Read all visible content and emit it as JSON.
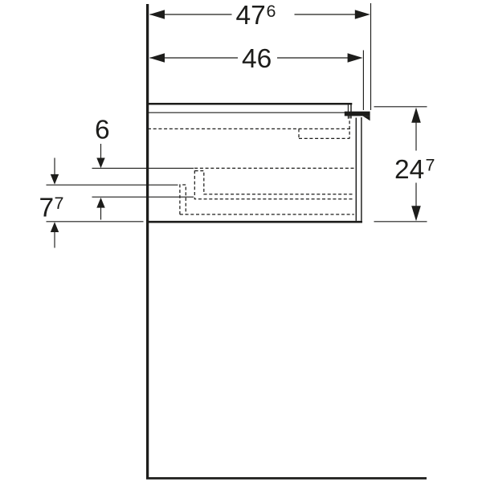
{
  "drawing": {
    "dimensions": {
      "top_outer": {
        "main": "47",
        "sup": "6"
      },
      "top_inner": {
        "main": "46",
        "sup": ""
      },
      "right_height": {
        "main": "24",
        "sup": "7"
      },
      "left_upper": {
        "main": "6",
        "sup": ""
      },
      "left_lower": {
        "main": "7",
        "sup": "7"
      }
    },
    "colors": {
      "line": "#1d1d1b",
      "background": "#ffffff"
    }
  }
}
